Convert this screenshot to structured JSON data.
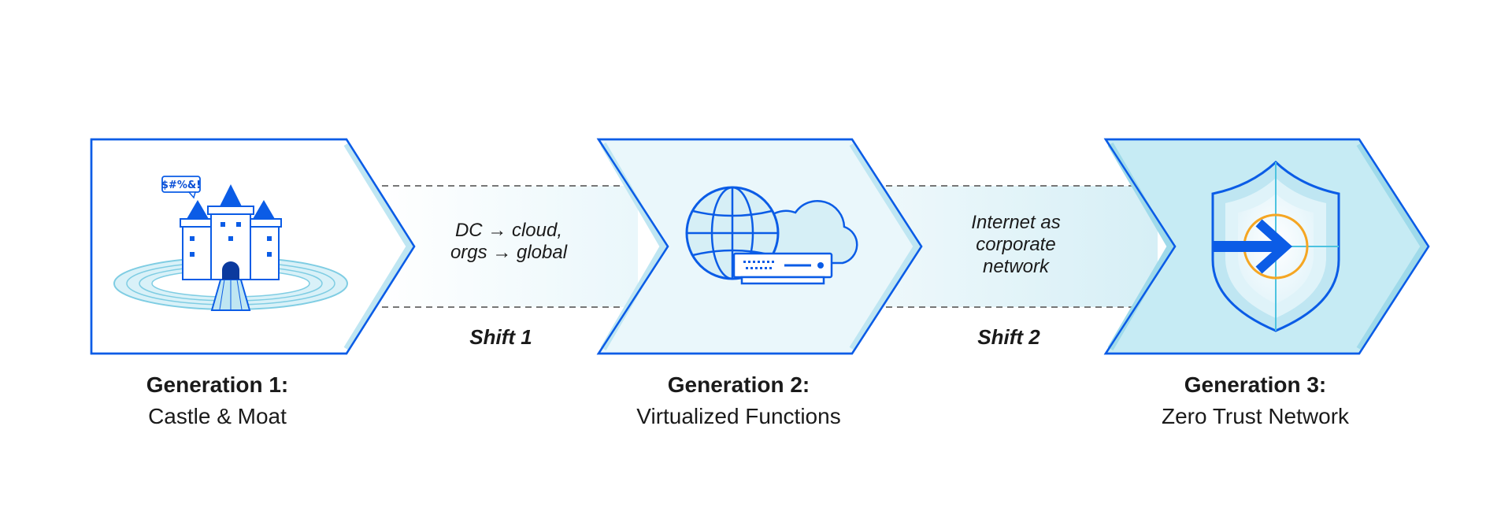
{
  "colors": {
    "blue": "#0b5ce6",
    "light_fill": "#eaf7fb",
    "mid_fill": "#d7f0f7",
    "deep_fill": "#c6ebf4",
    "dashed": "#777777",
    "orange": "#f5a623"
  },
  "generations": [
    {
      "title": "Generation 1:",
      "subtitle": "Castle & Moat",
      "icon": "castle-icon"
    },
    {
      "title": "Generation 2:",
      "subtitle": "Virtualized Functions",
      "icon": "globe-cloud-server-icon"
    },
    {
      "title": "Generation 3:",
      "subtitle": "Zero Trust Network",
      "icon": "shield-arrow-icon"
    }
  ],
  "shifts": [
    {
      "label": "Shift 1",
      "note_lines": [
        "DC → cloud,",
        "orgs → global"
      ]
    },
    {
      "label": "Shift 2",
      "note_lines": [
        "Internet as",
        "corporate",
        "network"
      ]
    }
  ],
  "castle_sign": "$#%&!"
}
